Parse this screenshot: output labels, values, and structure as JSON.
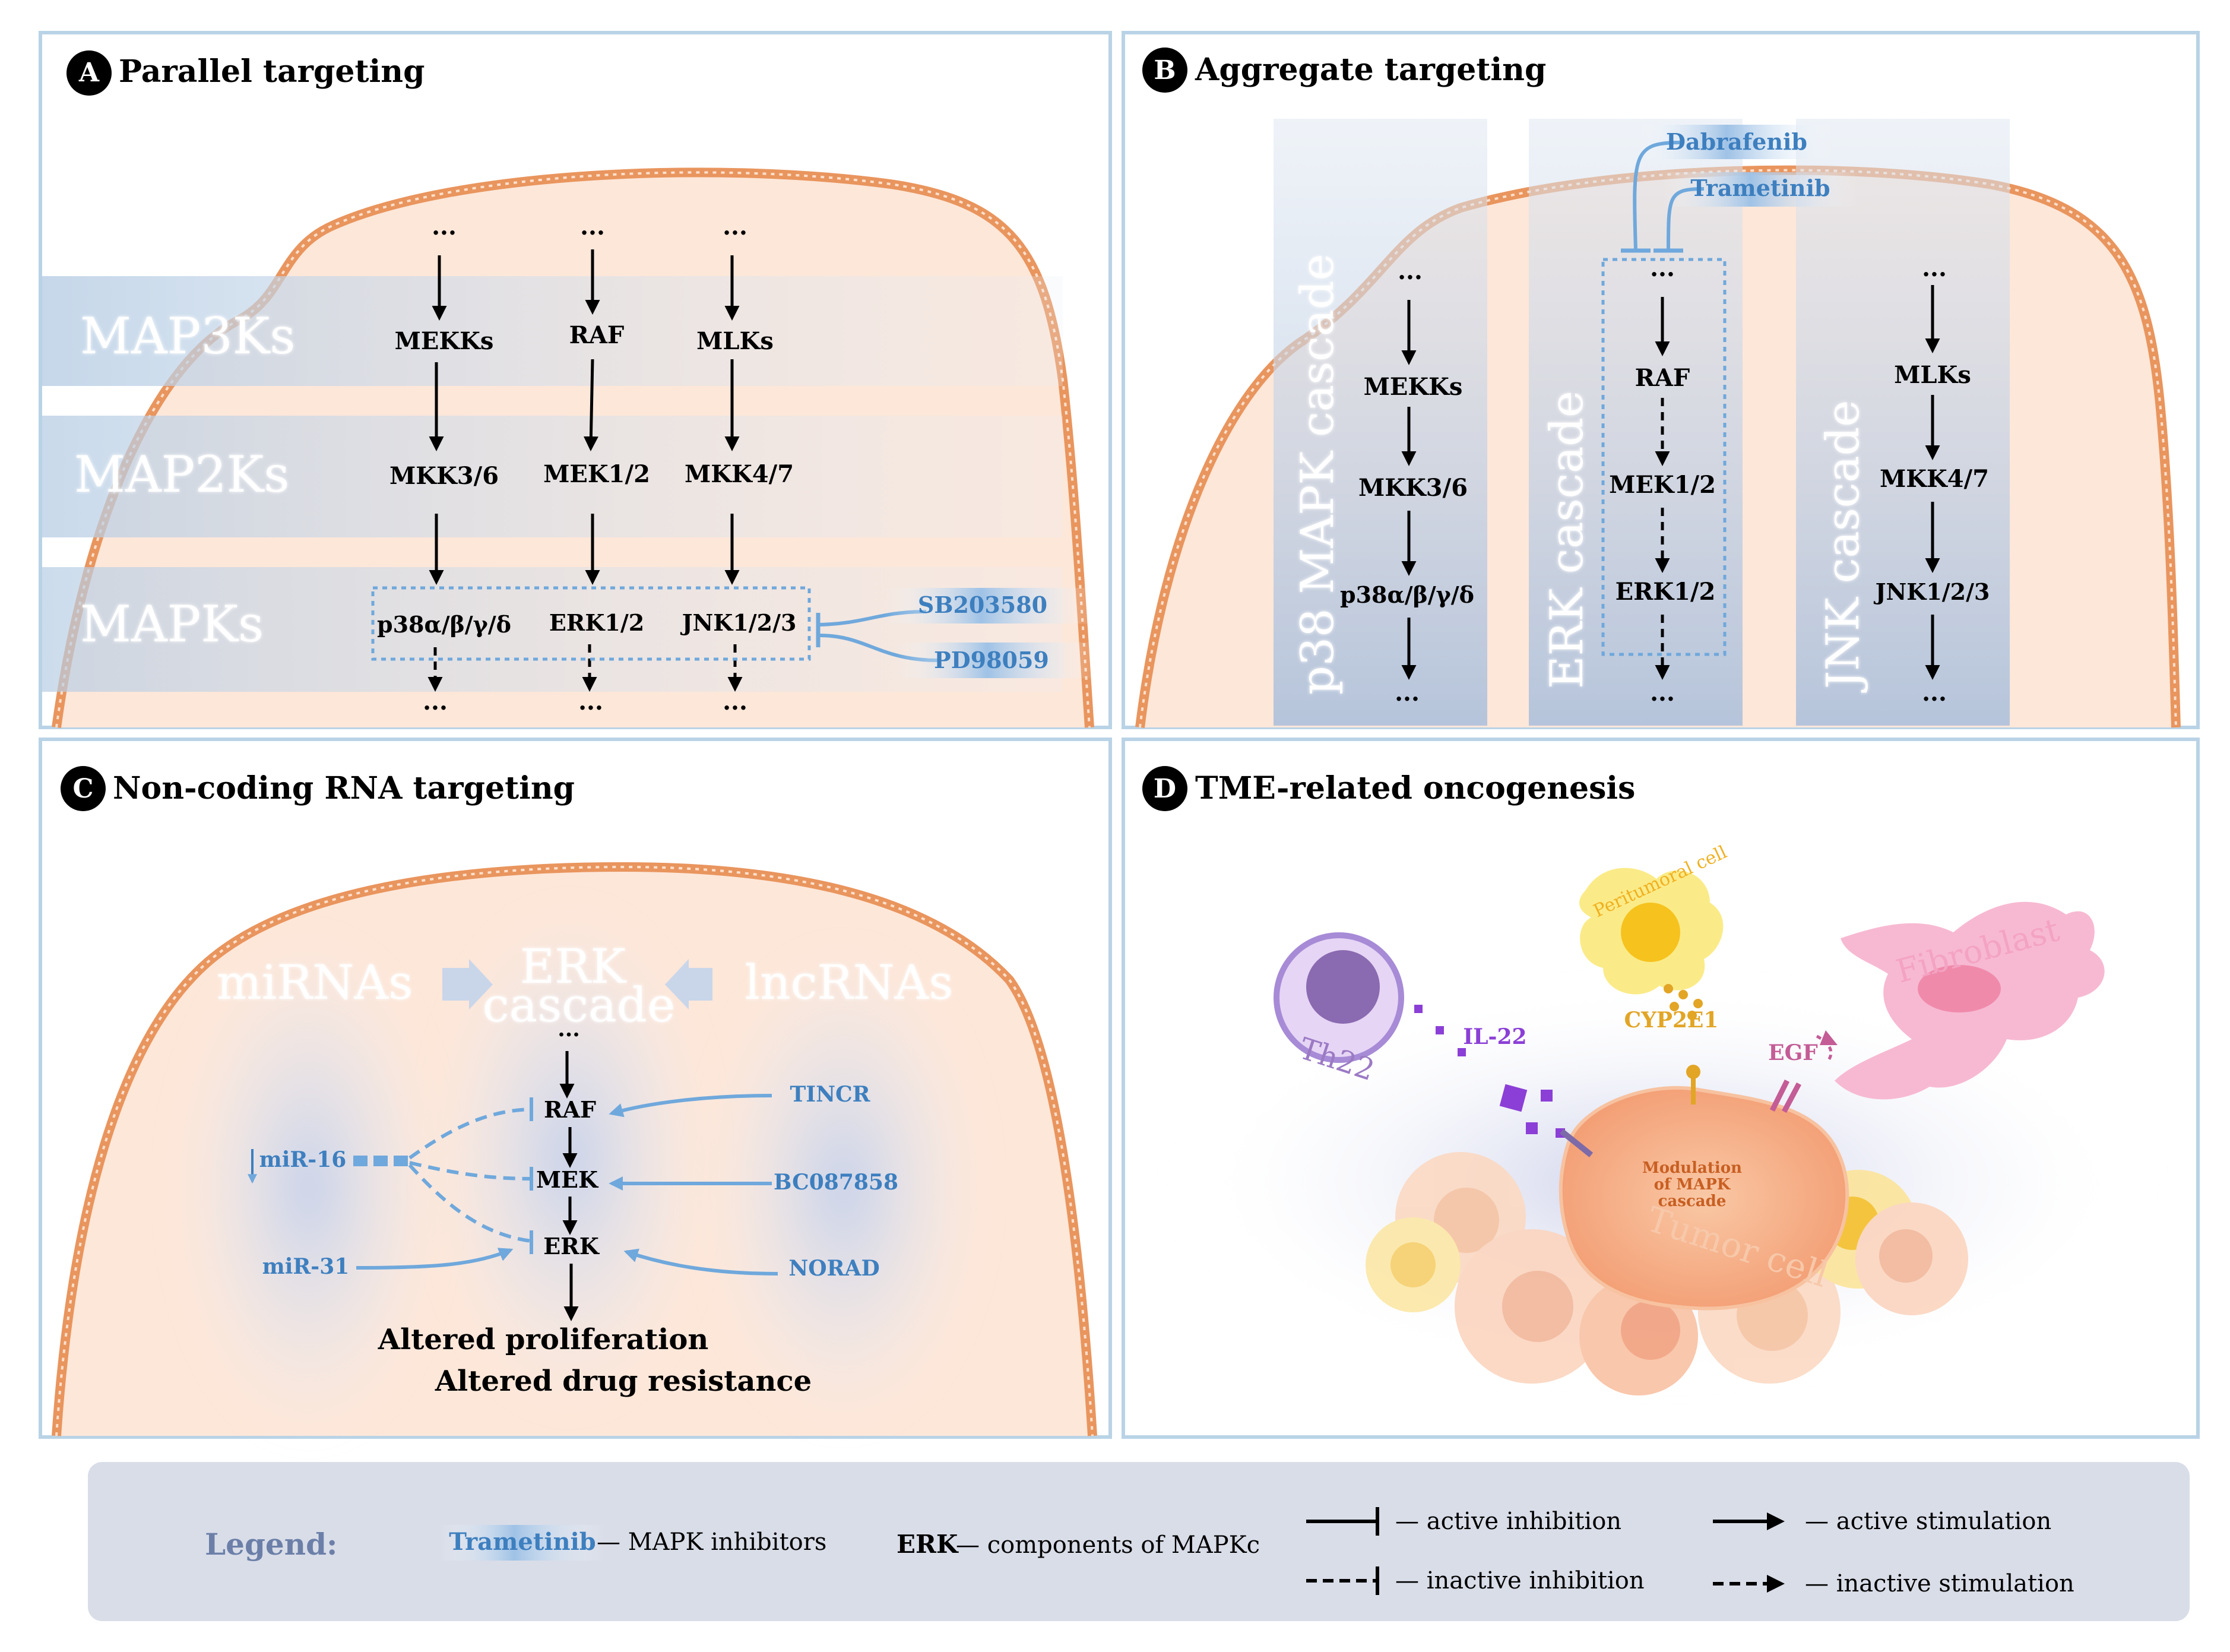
{
  "panels": {
    "a": {
      "letter": "A",
      "title": "Parallel targeting",
      "row_labels": [
        "MAP3Ks",
        "MAP2Ks",
        "MAPKs"
      ],
      "ellipsis": "...",
      "columns": [
        {
          "map3k": "MEKKs",
          "map2k": "MKK3/6",
          "mapk": "p38α/β/γ/δ"
        },
        {
          "map3k": "RAF",
          "map2k": "MEK1/2",
          "mapk": "ERK1/2"
        },
        {
          "map3k": "MLKs",
          "map2k": "MKK4/7",
          "mapk": "JNK1/2/3"
        }
      ],
      "inhibitors": [
        "SB203580",
        "PD98059"
      ]
    },
    "b": {
      "letter": "B",
      "title": "Aggregate targeting",
      "ellipsis": "...",
      "cascades": [
        {
          "label": "p38 MAPK cascade",
          "nodes": [
            "MEKKs",
            "MKK3/6",
            "p38α/β/γ/δ"
          ]
        },
        {
          "label": "ERK cascade",
          "nodes": [
            "RAF",
            "MEK1/2",
            "ERK1/2"
          ]
        },
        {
          "label": "JNK cascade",
          "nodes": [
            "MLKs",
            "MKK4/7",
            "JNK1/2/3"
          ]
        }
      ],
      "inhibitors": [
        "Dabrafenib",
        "Trametinib"
      ]
    },
    "c": {
      "letter": "C",
      "title": "Non-coding RNA targeting",
      "headers": {
        "mirnas": "miRNAs",
        "erk_line1": "ERK",
        "erk_line2": "cascade",
        "lncrnas": "lncRNAs"
      },
      "ellipsis": "...",
      "nodes": [
        "RAF",
        "MEK",
        "ERK"
      ],
      "mirnas": [
        "miR-16",
        "miR-31"
      ],
      "lncrnas": [
        "TINCR",
        "BC087858",
        "NORAD"
      ],
      "outcomes": [
        "Altered proliferation",
        "Altered drug resistance"
      ]
    },
    "d": {
      "letter": "D",
      "title": "TME-related oncogenesis",
      "cells": {
        "th22": "Th22",
        "peritumoral": "Peritumoral cell",
        "fibroblast": "Fibroblast",
        "tumor": "Tumor cell"
      },
      "factors": {
        "il22": "IL-22",
        "cyp2e1": "CYP2E1",
        "egf": "EGF"
      },
      "center_text": [
        "Modulation",
        "of MAPK",
        "cascade"
      ]
    }
  },
  "legend": {
    "title": "Legend:",
    "inhibitor_example": "Trametinib",
    "inhibitor_desc": "— MAPK inhibitors",
    "component_example": "ERK",
    "component_desc": "— components of MAPKc",
    "active_inhibition": "— active inhibition",
    "inactive_inhibition": "— inactive inhibition",
    "active_stimulation": "— active stimulation",
    "inactive_stimulation": "— inactive stimulation"
  },
  "colors": {
    "panel_border": "#b9d3e6",
    "membrane": "#e9955e",
    "cell_fill": "#fde7d9",
    "band": "#bcd0e4",
    "inhibitor_blue": "#3d7fbf",
    "ghost_text": "#ffffff",
    "legend_bg": "#d9dde8",
    "legend_title": "#6b7fa8",
    "th22": "#a78bd6",
    "peritumoral": "#f6d24a",
    "fibroblast": "#f3a8c6",
    "tumor": "#f6b48e",
    "il22": "#8b3fd6",
    "cyp2e1": "#e2a525",
    "egf": "#c45c96"
  }
}
